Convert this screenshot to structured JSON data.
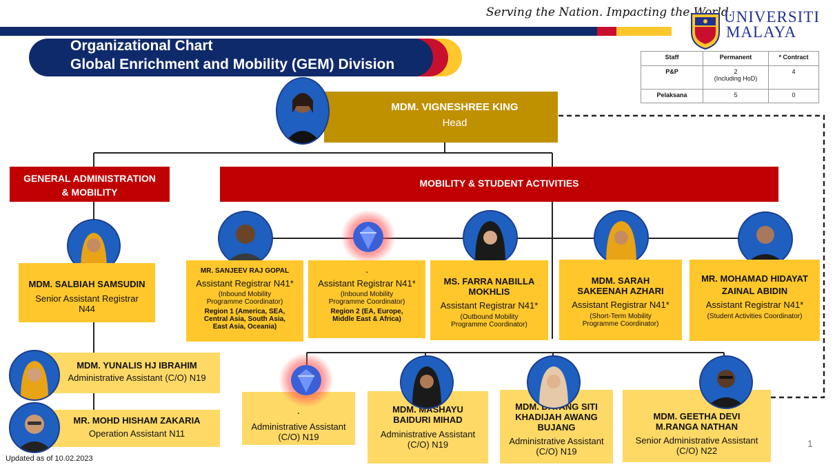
{
  "header": {
    "tagline": "Serving the Nation. Impacting the World.",
    "title_line1": "Organizational Chart",
    "title_line2": "Global Enrichment and Mobility (GEM) Division",
    "logo_line1": "UNIVERSITI",
    "logo_line2": "MALAYA"
  },
  "staff_table": {
    "headers": [
      "Staff",
      "Permanent",
      "* Contract"
    ],
    "rows": [
      {
        "staff": "P&P",
        "permanent": "2",
        "permanent_note": "(Including HoD)",
        "contract": "4"
      },
      {
        "staff": "Pelaksana",
        "permanent": "5",
        "contract": "0"
      }
    ]
  },
  "head": {
    "name": "MDM. VIGNESHREE KING",
    "position": "Head"
  },
  "units": {
    "admin_line1": "GENERAL ADMINISTRATION",
    "admin_line2": "& MOBILITY",
    "mobility": "MOBILITY & STUDENT ACTIVITIES"
  },
  "admin": {
    "salbiah": {
      "name": "MDM. SALBIAH SAMSUDIN",
      "position_line1": "Senior Assistant Registrar",
      "position_line2": "N44"
    },
    "yunalis": {
      "name": "MDM. YUNALIS HJ IBRAHIM",
      "position": "Administrative Assistant (C/O) N19"
    },
    "hisham": {
      "name": "MR. MOHD HISHAM ZAKARIA",
      "position": "Operation Assistant N11"
    }
  },
  "registrars": [
    {
      "name": "MR. SANJEEV RAJ GOPAL",
      "position": "Assistant Registrar N41*",
      "note_line1": "(Inbound Mobility",
      "note_line2": "Programme Coordinator)",
      "region_line1": "Region 1 (America, SEA,",
      "region_line2": "Central Asia, South Asia,",
      "region_line3": "East Asia, Oceania)"
    },
    {
      "name": ".",
      "position": "Assistant Registrar N41*",
      "note_line1": "(Inbound Mobility",
      "note_line2": "Programme Coordinator)",
      "region_line1": "Region 2 (EA, Europe,",
      "region_line2": "Middle East & Africa)"
    },
    {
      "name_line1": "MS. FARRA NABILLA",
      "name_line2": "MOKHLIS",
      "position": "Assistant Registrar N41*",
      "note_line1": "(Outbound Mobility",
      "note_line2": "Programme Coordinator)"
    },
    {
      "name_line1": "MDM. SARAH",
      "name_line2": "SAKEENAH AZHARI",
      "position": "Assistant Registrar N41*",
      "note_line1": "(Short-Term Mobility",
      "note_line2": "Programme Coordinator)"
    },
    {
      "name_line1": "MR. MOHAMAD HIDAYAT",
      "name_line2": "ZAINAL ABIDIN",
      "position": "Assistant Registrar N41*",
      "note_line1": "(Student Activities Coordinator)"
    }
  ],
  "assistants": [
    {
      "name": ".",
      "position_line1": "Administrative Assistant",
      "position_line2": "(C/O) N19"
    },
    {
      "name_line1": "MDM. MASHAYU",
      "name_line2": "BAIDURI MIHAD",
      "position_line1": "Administrative Assistant",
      "position_line2": "(C/O) N19"
    },
    {
      "name_line1": "MDM. DAYANG SITI",
      "name_line2": "KHADIJAH AWANG",
      "name_line3": "BUJANG",
      "position_line1": "Administrative Assistant",
      "position_line2": "(C/O) N19"
    },
    {
      "name_line1": "MDM. GEETHA DEVI",
      "name_line2": "M.RANGA NATHAN",
      "position_line1": "Senior Administrative Assistant",
      "position_line2": "(C/O) N22"
    }
  ],
  "footer": {
    "updated": "Updated as of 10.02.2023",
    "page": "1"
  },
  "colors": {
    "navy": "#0f2a6b",
    "red": "#c8102e",
    "yellow": "#ffc72c",
    "gold": "#bf9000",
    "unit_red": "#c00000"
  }
}
